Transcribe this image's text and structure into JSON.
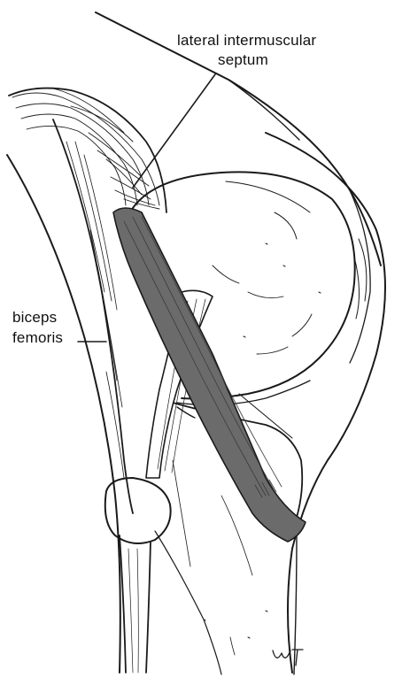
{
  "labels": {
    "septum_line1": "lateral intermuscular",
    "septum_line2": "septum",
    "biceps_line1": "biceps",
    "biceps_line2": "femoris"
  },
  "signature": "WJT",
  "colors": {
    "ink": "#1a1a1a",
    "ligament_fill": "#6b6b6b",
    "paper": "#ffffff"
  }
}
